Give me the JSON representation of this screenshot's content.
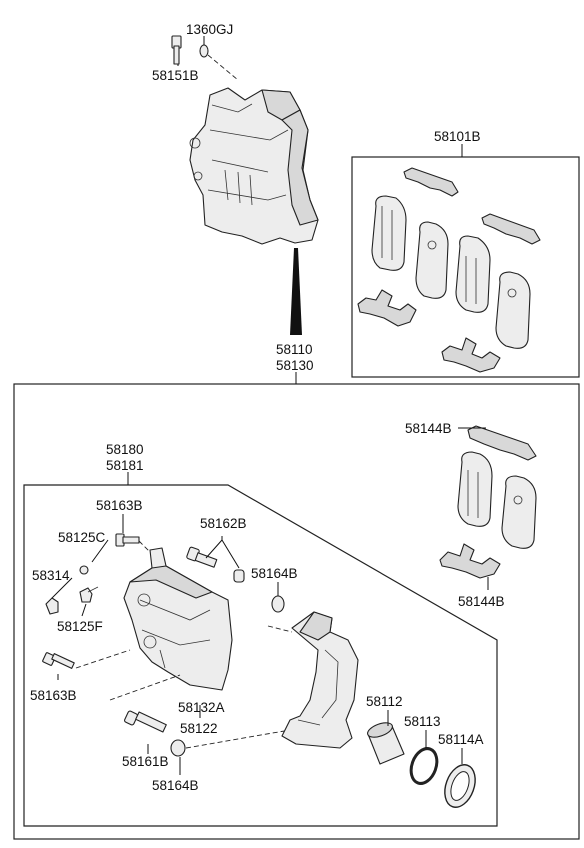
{
  "labels": {
    "p1360GJ": "1360GJ",
    "p58151B": "58151B",
    "p58101B": "58101B",
    "p58110": "58110",
    "p58130": "58130",
    "p58144B_top": "58144B",
    "p58144B_bottom": "58144B",
    "p58180": "58180",
    "p58181": "58181",
    "p58163B_top": "58163B",
    "p58162B": "58162B",
    "p58125C": "58125C",
    "p58314": "58314",
    "p58164B_right": "58164B",
    "p58125F": "58125F",
    "p58163B_bottom": "58163B",
    "p58132A": "58132A",
    "p58122": "58122",
    "p58112": "58112",
    "p58113": "58113",
    "p58114A": "58114A",
    "p58161B": "58161B",
    "p58164B_bottom": "58164B"
  }
}
